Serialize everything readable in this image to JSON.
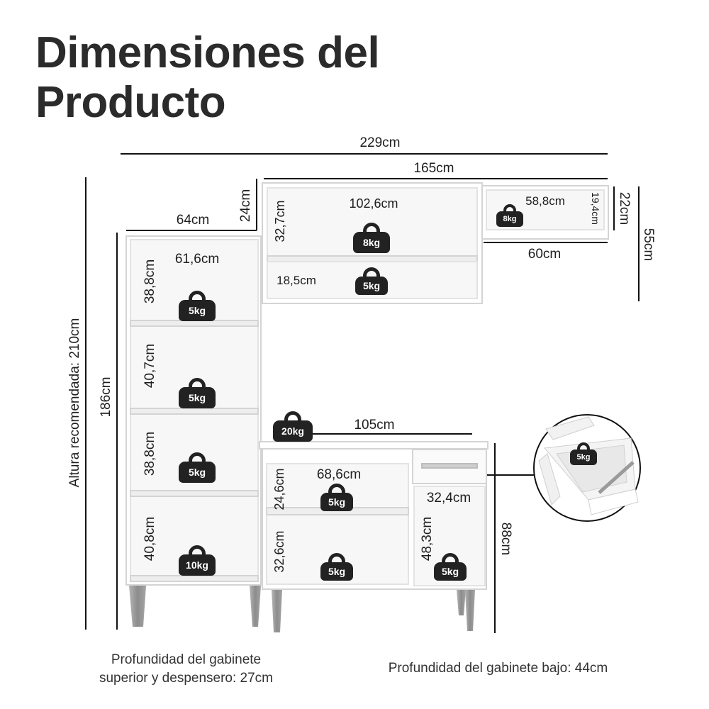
{
  "title": {
    "line1": "Dimensiones del",
    "line2": "Producto"
  },
  "dims": {
    "total_width": "229cm",
    "upper_width": "165cm",
    "tall_width": "64cm",
    "upper_height": "24cm",
    "upper_inner_width": "102,6cm",
    "upper_inner_height": "32,7cm",
    "upper_small_shelf": "18,5cm",
    "side_inner_width": "58,8cm",
    "side_inner_height": "19,4cm",
    "side_height": "22cm",
    "side_width": "60cm",
    "right_total_height": "55cm",
    "tall_inner_width": "61,6cm",
    "tall_s1": "38,8cm",
    "tall_s2": "40,7cm",
    "tall_s3": "38,8cm",
    "tall_s4": "40,8cm",
    "tall_height": "186cm",
    "recommended_height": "Altura recomendada: 210cm",
    "base_width": "105cm",
    "base_inner_width": "68,6cm",
    "base_top_shelf": "24,6cm",
    "base_bottom_shelf": "32,6cm",
    "base_right_width": "32,4cm",
    "base_right_height": "48,3cm",
    "base_height": "88cm"
  },
  "weights": {
    "upper_main": "8kg",
    "upper_small": "5kg",
    "side": "8kg",
    "tall1": "5kg",
    "tall2": "5kg",
    "tall3": "5kg",
    "tall4": "10kg",
    "counter": "20kg",
    "base_top": "5kg",
    "base_bottom": "5kg",
    "base_right": "5kg",
    "drawer": "5kg"
  },
  "notes": {
    "upper_depth_line1": "Profundidad del gabinete",
    "upper_depth_line2": "superior y despensero: 27cm",
    "base_depth": "Profundidad del gabinete bajo: 44cm"
  },
  "colors": {
    "panel": "#ffffff",
    "edge": "#d6d6d6",
    "shelf_shadow": "#e9e9e9",
    "legs": "#9a9a9a",
    "ink": "#1e1e1e"
  }
}
